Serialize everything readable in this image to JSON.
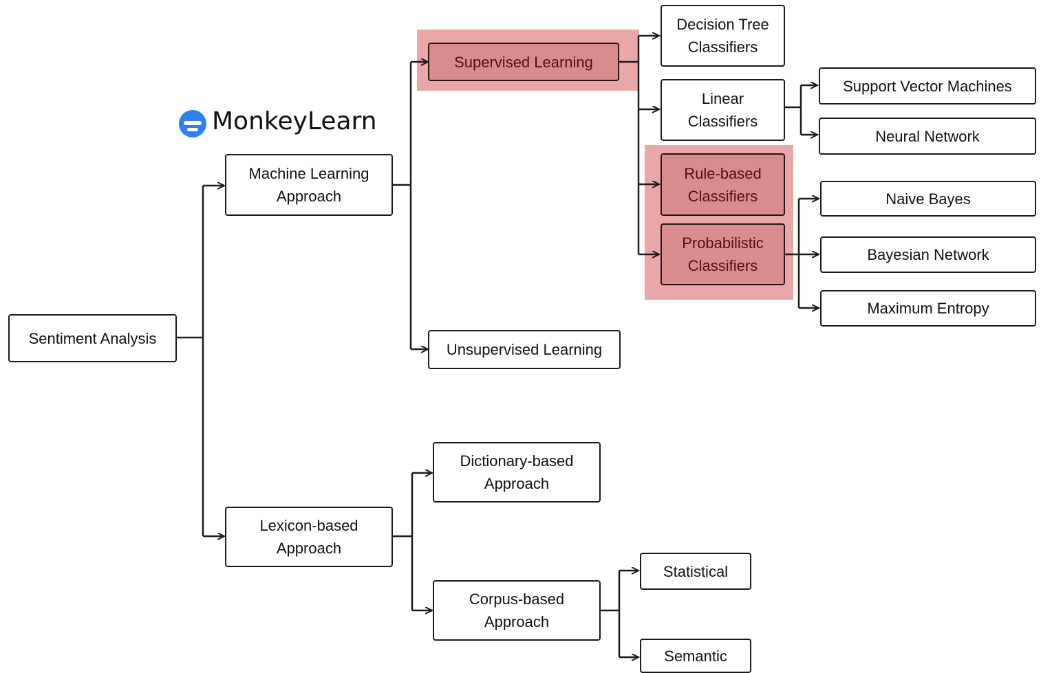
{
  "brand": {
    "name": "MonkeyLearn",
    "logo_icon": "monkeylearn-logo-icon",
    "logo_color": "#2f80ed"
  },
  "highlight_color": "#e8a8a8",
  "nodes": {
    "sentiment_analysis": "Sentiment Analysis",
    "machine_learning": "Machine Learning\nApproach",
    "lexicon_based": "Lexicon-based\nApproach",
    "supervised": "Supervised Learning",
    "unsupervised": "Unsupervised Learning",
    "dictionary_based": "Dictionary-based\nApproach",
    "corpus_based": "Corpus-based\nApproach",
    "decision_tree": "Decision Tree\nClassifiers",
    "linear": "Linear\nClassifiers",
    "rule_based": "Rule-based\nClassifiers",
    "probabilistic": "Probabilistic\nClassifiers",
    "svm": "Support Vector Machines",
    "neural_network": "Neural Network",
    "naive_bayes": "Naive Bayes",
    "bayesian_network": "Bayesian Network",
    "maximum_entropy": "Maximum Entropy",
    "statistical": "Statistical",
    "semantic": "Semantic"
  }
}
